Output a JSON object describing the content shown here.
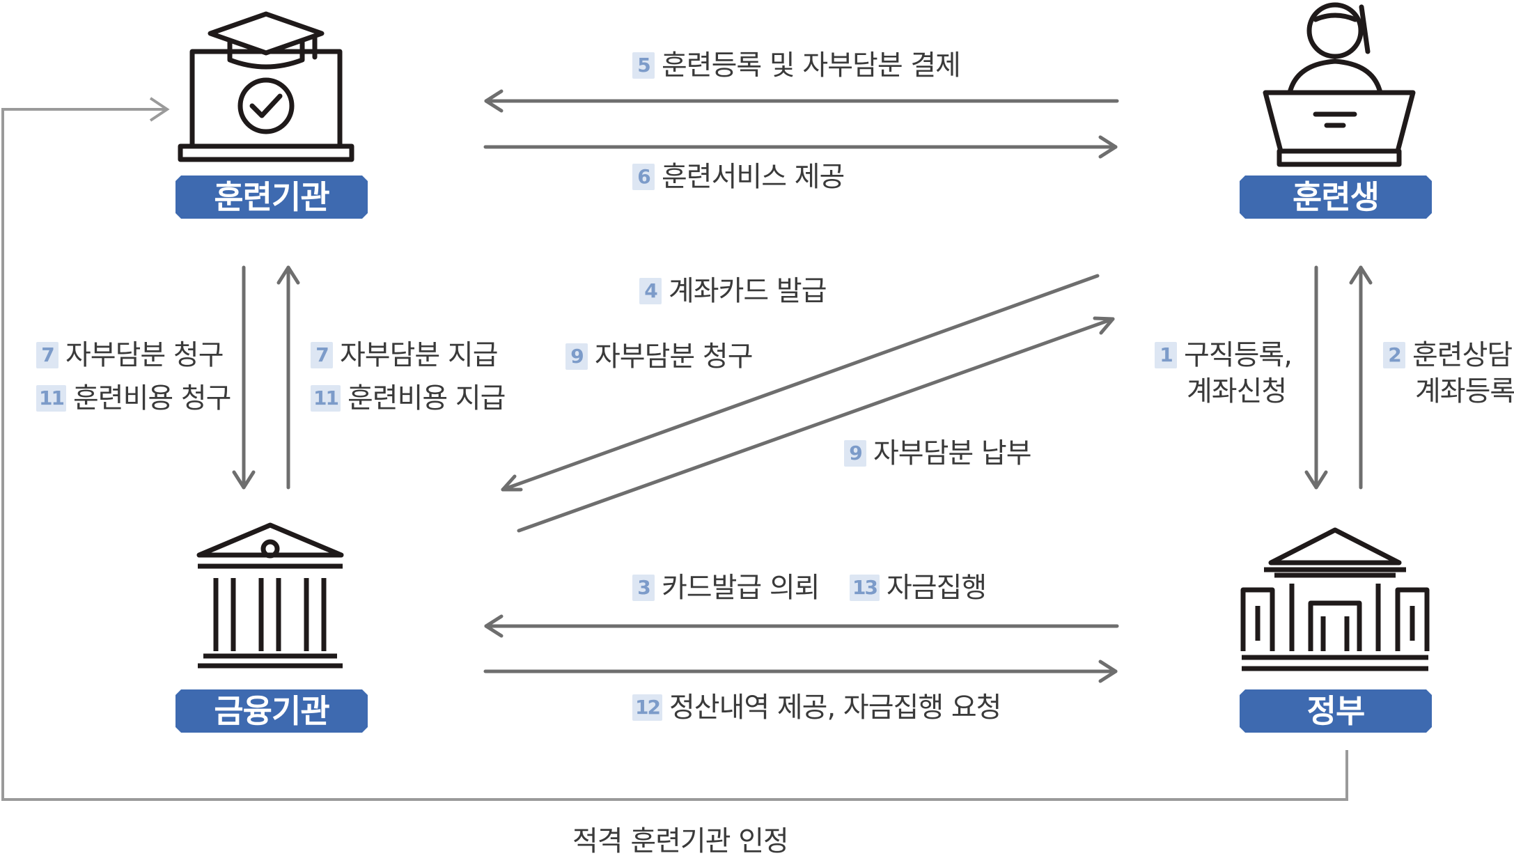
{
  "entities": {
    "institution": "훈련기관",
    "trainee": "훈련생",
    "bank": "금융기관",
    "government": "정부"
  },
  "flows": {
    "f5": {
      "num": "5",
      "text": "훈련등록 및 자부담분 결제"
    },
    "f6": {
      "num": "6",
      "text": "훈련서비스 제공"
    },
    "f4": {
      "num": "4",
      "text": "계좌카드 발급"
    },
    "f9a": {
      "num": "9",
      "text": "자부담분 청구"
    },
    "f9b": {
      "num": "9",
      "text": "자부담분 납부"
    },
    "f7a": {
      "num": "7",
      "text": "자부담분 청구"
    },
    "f11a": {
      "num": "11",
      "text": "훈련비용 청구"
    },
    "f7b": {
      "num": "7",
      "text": "자부담분 지급"
    },
    "f11b": {
      "num": "11",
      "text": "훈련비용 지급"
    },
    "f1": {
      "num": "1",
      "line1": "구직등록,",
      "line2": "계좌신청"
    },
    "f2": {
      "num": "2",
      "line1": "훈련상담,",
      "line2": "계좌등록"
    },
    "f3": {
      "num": "3",
      "text": "카드발급 의뢰"
    },
    "f13": {
      "num": "13",
      "text": "자금집행"
    },
    "f12": {
      "num": "12",
      "text": "정산내역 제공, 자금집행 요청"
    }
  },
  "bottom_caption": "적격 훈련기관 인정",
  "colors": {
    "accent": "#3e6ab0",
    "arrow": "#6e6e6e",
    "border_line": "#9a9a9a",
    "icon": "#1f1a1a",
    "badge_bg": "#dde6f3",
    "badge_text": "#7c9bc9"
  },
  "icons": {
    "institution": "graduation-cap-laptop-icon",
    "trainee": "person-at-laptop-icon",
    "bank": "bank-building-icon",
    "government": "government-building-icon"
  }
}
